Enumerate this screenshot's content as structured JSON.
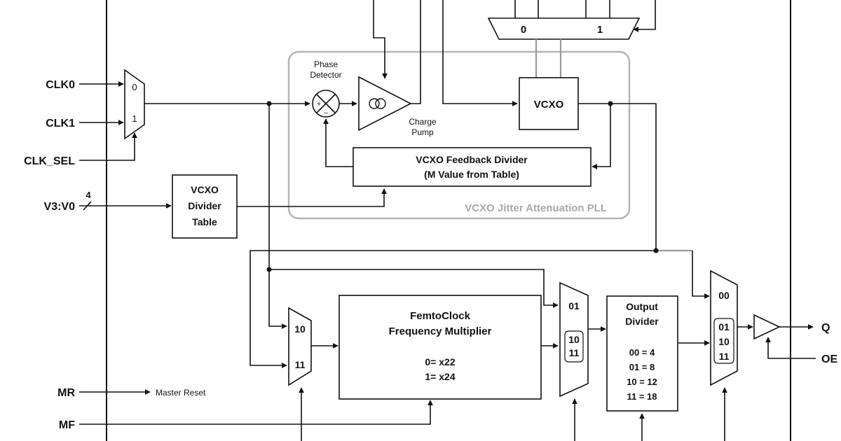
{
  "inputs": {
    "clk0": "CLK0",
    "clk1": "CLK1",
    "clk_sel": "CLK_SEL",
    "v3v0": "V3:V0",
    "bus_width": "4",
    "mr": "MR",
    "mf": "MF",
    "oe": "OE"
  },
  "outputs": {
    "q": "Q"
  },
  "notes": {
    "master_reset": "Master Reset"
  },
  "input_mux": {
    "in0": "0",
    "in1": "1"
  },
  "vcxo_mux": {
    "in0": "0",
    "in1": "1"
  },
  "phase_detector": {
    "label_line1": "Phase",
    "label_line2": "Detector",
    "plus": "+",
    "minus": "–"
  },
  "charge_pump": {
    "label_line1": "Charge",
    "label_line2": "Pump"
  },
  "vcxo": {
    "label": "VCXO"
  },
  "feedback_divider": {
    "line1": "VCXO Feedback Divider",
    "line2": "(M Value from Table)"
  },
  "divider_table": {
    "line1": "VCXO",
    "line2": "Divider",
    "line3": "Table"
  },
  "pll_group": {
    "label": "VCXO Jitter Attenuation PLL"
  },
  "femto_mux": {
    "in1": "10",
    "in2": "11"
  },
  "femto_multiplier": {
    "line1": "FemtoClock",
    "line2": "Frequency Multiplier",
    "opt0": "0= x22",
    "opt1": "1= x24"
  },
  "mid_mux": {
    "in1": "01",
    "in2a": "10",
    "in2b": "11"
  },
  "output_divider": {
    "line1": "Output",
    "line2": "Divider",
    "opt00": "00 = 4",
    "opt01": "01 = 8",
    "opt10": "10 = 12",
    "opt11": "11 = 18"
  },
  "out_mux": {
    "in1": "00",
    "in2a": "01",
    "in2b": "10",
    "in2c": "11"
  }
}
